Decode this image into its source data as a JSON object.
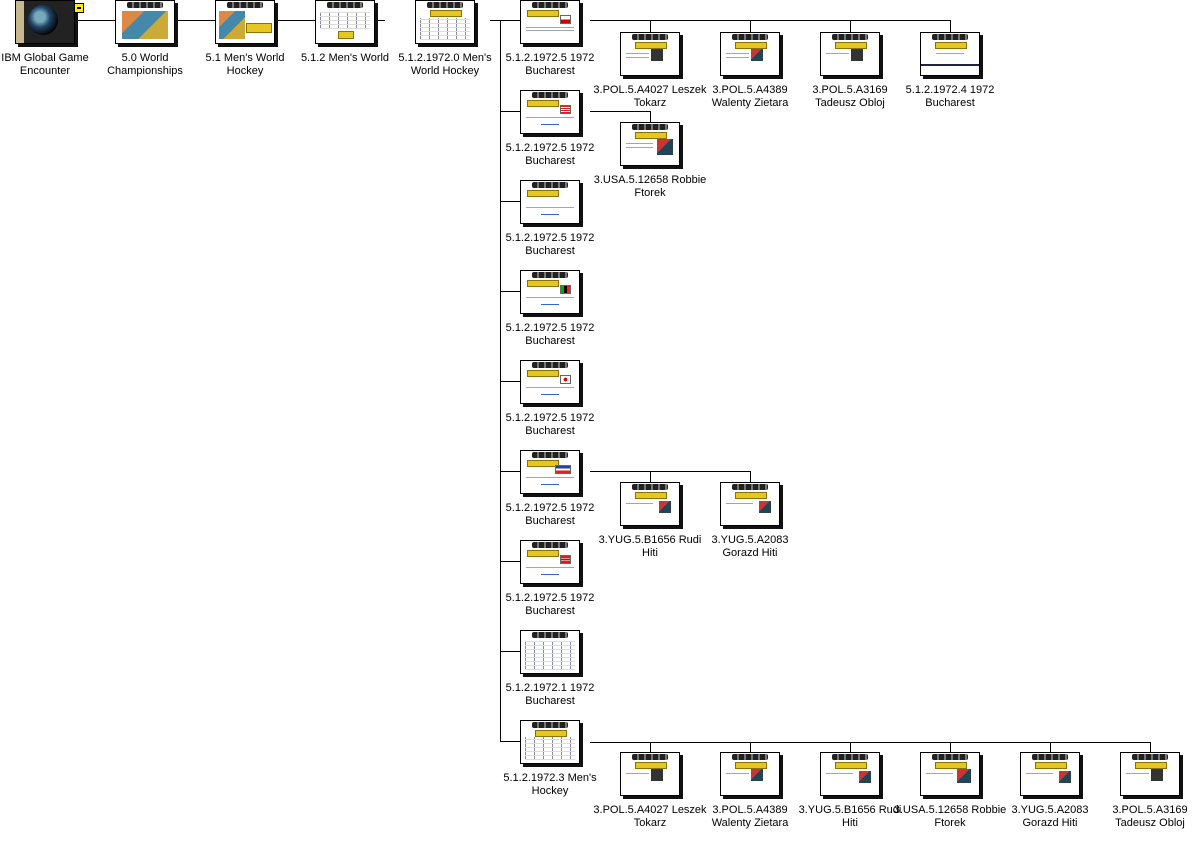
{
  "tree": {
    "root": {
      "label": "IBM Global Game Encounter",
      "icon": "globe-icon"
    },
    "path": [
      {
        "label": "5.0 World Championships"
      },
      {
        "label": "5.1 Men's World Hockey"
      },
      {
        "label": "5.1.2 Men's World"
      },
      {
        "label": "5.1.2.1972.0 Men's World Hockey"
      }
    ],
    "children": [
      {
        "label": "5.1.2.1972.5 1972 Bucharest",
        "flag": [
          "#ffffff",
          "#d40000"
        ],
        "kids": [
          {
            "label": "3.POL.5.A4027 Leszek Tokarz"
          },
          {
            "label": "3.POL.5.A4389 Walenty Zietara"
          },
          {
            "label": "3.POL.5.A3169 Tadeusz Obloj"
          },
          {
            "label": "5.1.2.1972.4 1972 Bucharest"
          }
        ]
      },
      {
        "label": "5.1.2.1972.5 1972 Bucharest",
        "flag": [
          "#c22",
          "#24a"
        ],
        "kids": [
          {
            "label": "3.USA.5.12658 Robbie Ftorek"
          }
        ]
      },
      {
        "label": "5.1.2.1972.5 1972 Bucharest",
        "flag": [],
        "kids": []
      },
      {
        "label": "5.1.2.1972.5 1972 Bucharest",
        "flag": [
          "#0a0",
          "#000",
          "#e22"
        ],
        "kids": []
      },
      {
        "label": "5.1.2.1972.5 1972 Bucharest",
        "flag": [
          "#fff",
          "#d00"
        ],
        "kids": []
      },
      {
        "label": "5.1.2.1972.5 1972 Bucharest",
        "flag": [
          "#24a",
          "#fff",
          "#d22"
        ],
        "kids": [
          {
            "label": "3.YUG.5.B1656 Rudi Hiti"
          },
          {
            "label": "3.YUG.5.A2083 Gorazd Hiti"
          }
        ]
      },
      {
        "label": "5.1.2.1972.5 1972 Bucharest",
        "flag": [
          "#c22",
          "#fff",
          "#24a"
        ],
        "kids": []
      },
      {
        "label": "5.1.2.1972.1 1972 Bucharest",
        "flag": [],
        "kids": []
      },
      {
        "label": "5.1.2.1972.3 Men's Hockey",
        "flag": [],
        "kids": [
          {
            "label": "3.POL.5.A4027 Leszek Tokarz"
          },
          {
            "label": "3.POL.5.A4389 Walenty Zietara"
          },
          {
            "label": "3.YUG.5.B1656 Rudi Hiti"
          },
          {
            "label": "3.USA.5.12658 Robbie Ftorek"
          },
          {
            "label": "3.YUG.5.A2083 Gorazd Hiti"
          },
          {
            "label": "3.POL.5.A3169 Tadeusz Obloj"
          }
        ]
      }
    ]
  },
  "colors": {
    "banner": "#e6c620",
    "collapse_button": "#ffee00"
  }
}
